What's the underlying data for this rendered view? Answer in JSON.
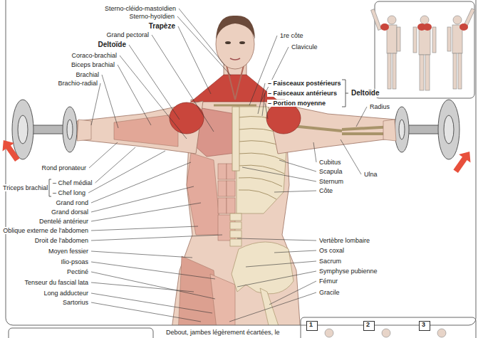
{
  "diagram": {
    "nodes": [
      {
        "text": [
          "1"
        ]
      },
      {
        "text": [
          "2"
        ]
      },
      {
        "text": [
          "3"
        ]
      }
    ],
    "labels": [
      "Sterno-cléido-mastoïdien",
      "Sterno-hyoïdien",
      "Trapèze",
      "Grand pectoral",
      "Deltoïde",
      "Coraco-brachial",
      "Biceps brachial",
      "Brachial",
      "Brachio-radial",
      "1re côte",
      "Clavicule",
      "– Faisceaux postérieurs",
      "– Faisceaux antérieurs",
      "– Portion moyenne",
      "Deltoïde",
      "Radius",
      "Rond pronateur",
      "Triceps brachial",
      "– Chef médial",
      "– Chef long",
      "Cubitus",
      "Ulna",
      "Scapula",
      "Sternum",
      "Côte",
      "Grand rond",
      "Grand dorsal",
      "Dentelé antérieur",
      "Oblique externe de l'abdomen",
      "Vertèbre lombaire",
      "Droit de l'abdomen",
      "Os coxal",
      "Moyen fessier",
      "Sacrum",
      "Ilio-psoas",
      "Symphyse pubienne",
      "Pectiné",
      "Fémur",
      "Tenseur du fascial lata",
      "Gracile",
      "Long adducteur",
      "Sartorius",
      "Debout, jambes légèrement écartées, le"
    ]
  }
}
